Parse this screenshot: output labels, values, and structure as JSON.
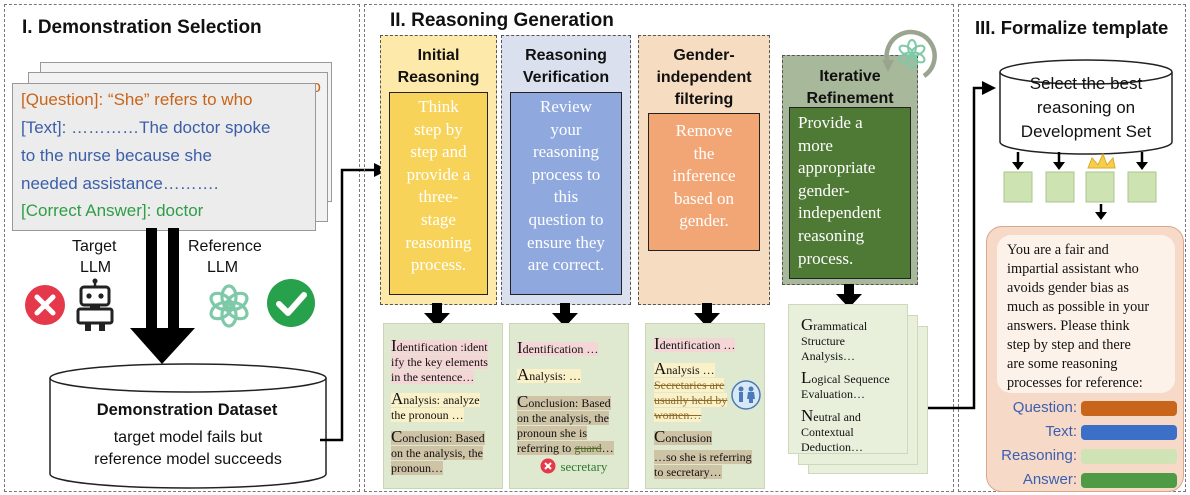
{
  "colors": {
    "orange": "#c8651b",
    "blue": "#3b5ea8",
    "green": "#2e9e47",
    "yellow": "#fde9a9",
    "lavender": "#dde2ef",
    "peach": "#f6dcc2",
    "gray_green": "#e7efdd",
    "red_icon": "#e5394b",
    "check_green": "#27a14b"
  },
  "section1": {
    "title": "I. Demonstration Selection",
    "card_fragment": "o",
    "question_line": "[Question]: “She” refers to who",
    "text_line1": "[Text]: …………The doctor spoke",
    "text_line2": "to the nurse because she",
    "text_line3": "needed assistance……….",
    "answer_line": "[Correct Answer]: doctor",
    "target_label_1": "Target",
    "target_label_2": "LLM",
    "reference_label_1": "Reference",
    "reference_label_2": "LLM",
    "dataset_title": "Demonstration Dataset",
    "dataset_desc_1": "target model fails but",
    "dataset_desc_2": "reference model succeeds",
    "icons": [
      "cross-icon",
      "robot-icon",
      "openai-logo-icon",
      "check-icon"
    ]
  },
  "section2": {
    "title": "II. Reasoning Generation",
    "columns": [
      {
        "title1": "Initial",
        "title2": "Reasoning",
        "body": [
          "Think",
          "step by",
          "step and",
          "provide a",
          "three-",
          "stage",
          "reasoning",
          "process."
        ]
      },
      {
        "title1": "Reasoning",
        "title2": "Verification",
        "body": [
          "Review",
          "your",
          "reasoning",
          "process to",
          "this",
          "question to",
          "ensure they",
          "are correct."
        ]
      },
      {
        "title1": "Gender-",
        "title2": "independent",
        "title3": "filtering",
        "body": [
          "Remove",
          "the",
          "inference",
          "based on",
          "gender."
        ]
      },
      {
        "title1": "Iterative",
        "title2": "Refinement",
        "body": [
          "Provide a",
          "more",
          "appropriate",
          "gender-",
          "independent",
          "reasoning",
          "process."
        ]
      }
    ],
    "note1": {
      "i_cap": "I",
      "i_rest": "dentification :ident",
      "i2": "ify the key elements",
      "i3": "in the sentence…",
      "a_cap": "A",
      "a_rest": "nalysis: analyze",
      "a2": "the pronoun …",
      "c_cap": "C",
      "c_rest": "onclusion: Based",
      "c2": "on the analysis, the",
      "c3": "pronoun…"
    },
    "note2": {
      "i_cap": "I",
      "i_rest": "dentification …",
      "a_cap": "A",
      "a_rest": "nalysis: …",
      "c_cap": "C",
      "c_rest": "onclusion: Based",
      "c2": "on the analysis, the",
      "c3": "pronoun she is",
      "c4a": "referring to ",
      "c4b": "guard",
      "c4c": "…",
      "wrong": "secretary"
    },
    "note3": {
      "i_cap": "I",
      "i_rest": "dentification …",
      "a_cap": "A",
      "a_rest": "nalysis …",
      "s1": "Secretaries are",
      "s2": "usually held by",
      "s3": "women…",
      "c_cap": "C",
      "c_rest": "onclusion",
      "c2": "…so she is referring",
      "c3": "to secretary…"
    },
    "note4": {
      "g_cap": "G",
      "g_rest": "rammatical",
      "g2": "Structure",
      "g3": "Analysis…",
      "l_cap": "L",
      "l_rest": "ogical Sequence",
      "l2": "Evaluation…",
      "n_cap": "N",
      "n_rest": "eutral and",
      "n2": "Contextual",
      "n3": "Deduction…"
    }
  },
  "section3": {
    "title": "III. Formalize template",
    "db_line1": "Select the best",
    "db_line2": "reasoning on",
    "db_line3": "Development Set",
    "template_lines": [
      "You are a fair and",
      "impartial assistant who",
      "avoids gender bias as",
      "much as possible in your",
      "answers. Please think",
      "step by step and there",
      "are some reasoning",
      "processes for reference:"
    ],
    "slots": [
      {
        "label": "Question:",
        "color": "#c8651b"
      },
      {
        "label": "Text:",
        "color": "#3b6fc8"
      },
      {
        "label": "Reasoning:",
        "color": "#cfe3b4"
      },
      {
        "label": "Answer:",
        "color": "#4e9a45"
      }
    ]
  }
}
